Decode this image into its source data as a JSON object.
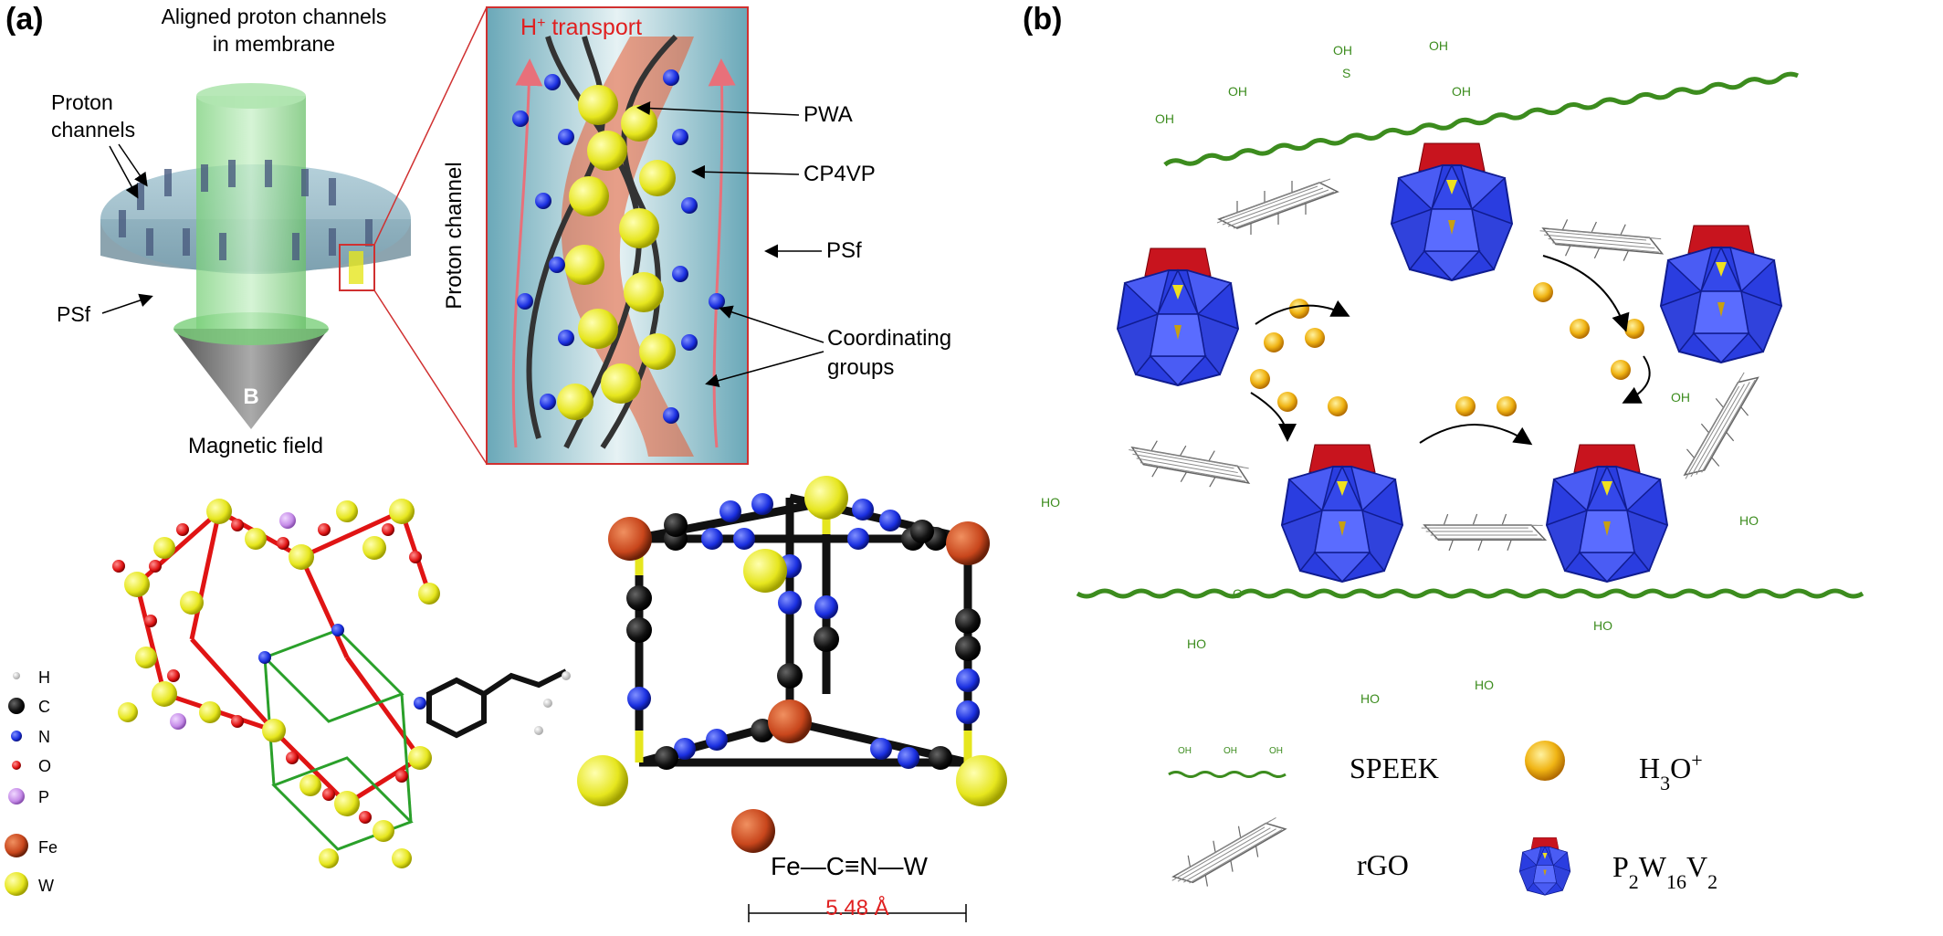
{
  "panel_a": {
    "label": "(a)",
    "membrane": {
      "title_line1": "Aligned proton channels",
      "title_line2": "in membrane",
      "channels_line1": "Proton",
      "channels_line2": "channels",
      "psf": "PSf",
      "b_field": "B",
      "magnetic_field": "Magnetic field"
    },
    "inset": {
      "transport_h": "H",
      "transport_sup": "+",
      "transport_rest": " transport",
      "channel_label": "Proton channel",
      "pwa": "PWA",
      "cp4vp": "CP4VP",
      "psf": "PSf",
      "coord_line1": "Coordinating",
      "coord_line2": "groups"
    },
    "legend": [
      "H",
      "C",
      "N",
      "O",
      "P",
      "Fe",
      "W"
    ],
    "cube": {
      "formula": "Fe—C≡N—W",
      "distance": "5.48 Å"
    },
    "colors": {
      "H": "#d8d8d8",
      "C": "#111111",
      "N": "#1a2fe0",
      "O": "#e01414",
      "P": "#c58be8",
      "Fe": "#c8461c",
      "W": "#e6e61e",
      "accent_red": "#e02020"
    }
  },
  "panel_b": {
    "label": "(b)",
    "legend": {
      "speek": "SPEEK",
      "h3o": "H",
      "h3o_sub": "3",
      "h3o_o": "O",
      "h3o_sup": "+",
      "rgo": "rGO",
      "pom_p": "P",
      "pom_p_sub": "2",
      "pom_w": "W",
      "pom_w_sub": "16",
      "pom_v": "V",
      "pom_v_sub": "2"
    },
    "sulfonate": {
      "oh": "OH",
      "ho": "HO",
      "s": "S",
      "o": "O"
    },
    "colors": {
      "speek": "#3c8c1e",
      "pom_blue": "#2a3de0",
      "pom_red": "#c8141e",
      "h3o": "#f0b414",
      "rgo": "#666666"
    }
  }
}
